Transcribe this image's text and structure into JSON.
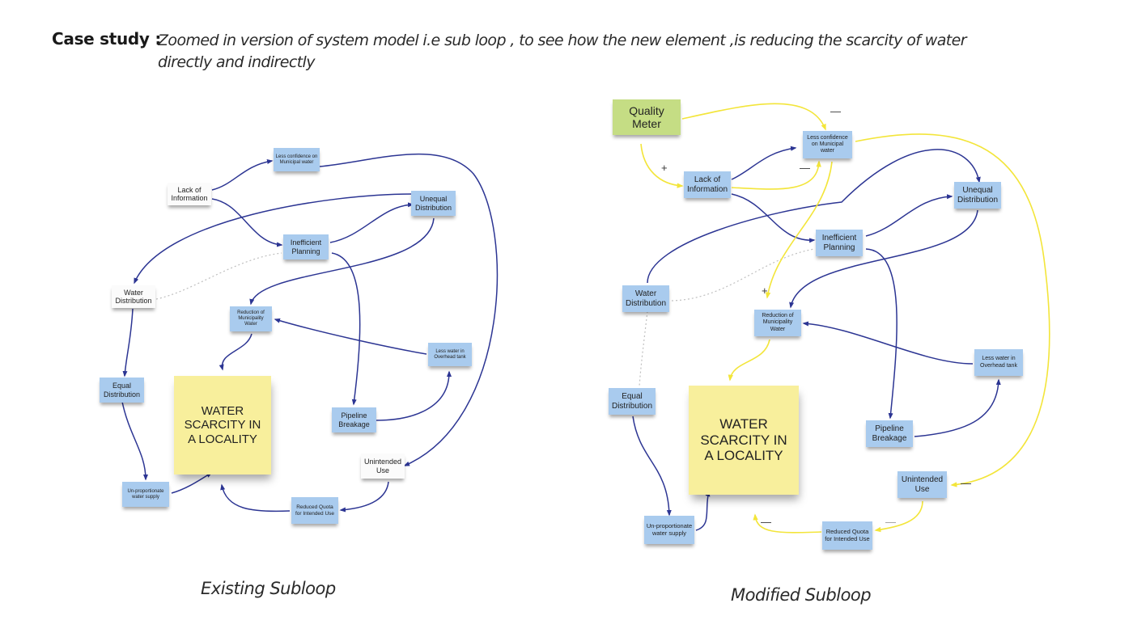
{
  "header": {
    "label": "Case study :",
    "description": "Zoomed in version of system model i.e sub loop , to see how the new element ,is reducing the scarcity of water directly and indirectly"
  },
  "colors": {
    "causal_link": "#2c3593",
    "new_link": "#f3e53a",
    "node_blue": "#a9cbee",
    "node_white": "#fbfbfb",
    "node_yellow": "#f8ef9c",
    "node_green": "#c5dd84"
  },
  "existing": {
    "caption": "Existing Subloop",
    "nodes": {
      "less_confidence": "Less confidence on Municipal water",
      "lack_info": "Lack of Information",
      "unequal": "Unequal Distribution",
      "inefficient": "Inefficient Planning",
      "water_dist": "Water Distribution",
      "reduction": "Reduction of Municipality Water",
      "less_water": "Less water in Overhead tank",
      "equal": "Equal Distribution",
      "scarcity": "WATER SCARCITY IN A LOCALITY",
      "pipeline": "Pipeline Breakage",
      "unintended": "Unintended Use",
      "unprop": "Un-proportionate water supply",
      "reduced_quota": "Reduced Quota for Intended Use"
    }
  },
  "modified": {
    "caption": "Modified Subloop",
    "nodes": {
      "quality_meter": "Quality Meter",
      "less_confidence": "Less confidence on Municipal water",
      "lack_info": "Lack of Information",
      "unequal": "Unequal Distribution",
      "inefficient": "Inefficient Planning",
      "water_dist": "Water Distribution",
      "reduction": "Reduction of Municipality Water",
      "less_water": "Less water in Overhead tank",
      "equal": "Equal Distribution",
      "scarcity": "WATER SCARCITY IN A LOCALITY",
      "pipeline": "Pipeline Breakage",
      "unintended": "Unintended Use",
      "unprop": "Un-proportionate water supply",
      "reduced_quota": "Reduced Quota for Intended Use"
    },
    "polarity_signs": {
      "plus": "+",
      "minus": "—"
    }
  }
}
